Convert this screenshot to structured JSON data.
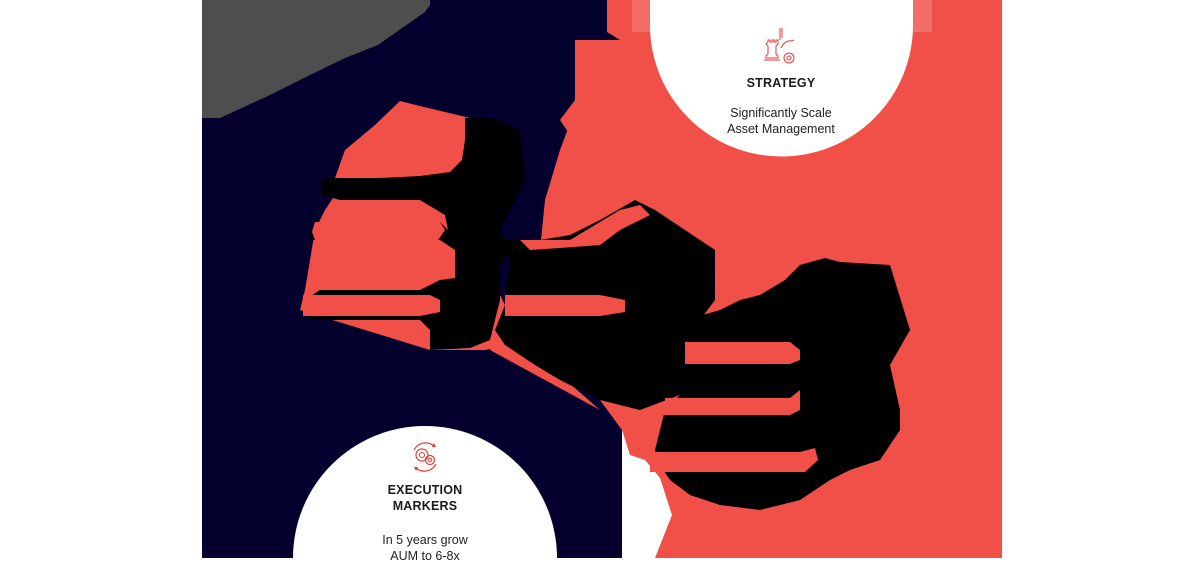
{
  "colors": {
    "background": "#ffffff",
    "navy": "#03002d",
    "red": "#f05047",
    "red_light": "#f26e66",
    "grey": "#4e4e4e",
    "black": "#000000",
    "circle": "#ffffff",
    "icon_red": "#e63a35",
    "text": "#1a1a1a"
  },
  "strategy": {
    "icon": "chess-rook-strategy-gear-icon",
    "title": "STRATEGY",
    "description_line1": "Significantly Scale",
    "description_line2": "Asset Management"
  },
  "execution": {
    "icon": "gears-cycle-icon",
    "title_line1": "EXECUTION",
    "title_line2": "MARKERS",
    "description_line1": "In 5 years grow",
    "description_line2": "AUM to 6-8x"
  }
}
